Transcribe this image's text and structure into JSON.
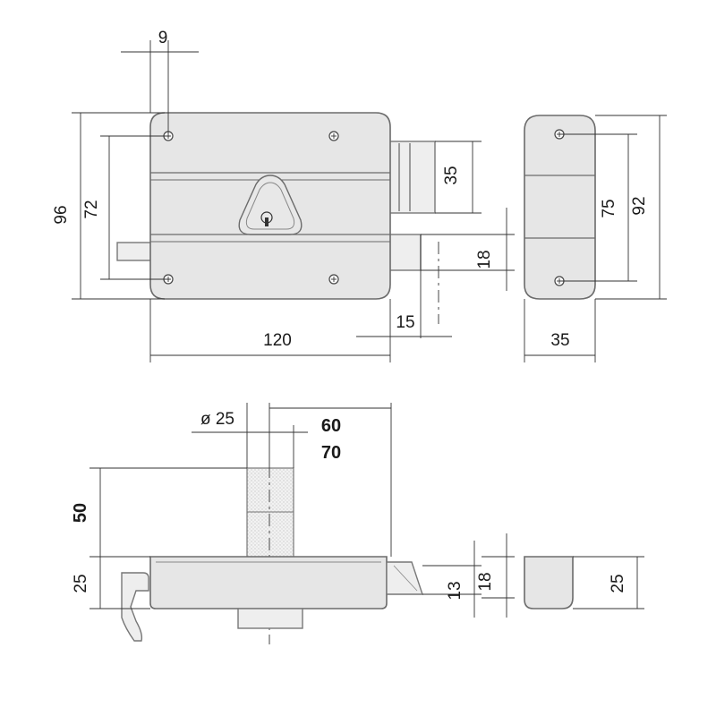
{
  "dimensions": {
    "top_front": {
      "d9": "9",
      "d96": "96",
      "d72": "72",
      "d35": "35",
      "d18": "18",
      "d15": "15",
      "d120": "120"
    },
    "top_side": {
      "d75": "75",
      "d92": "92",
      "d35": "35"
    },
    "bottom_front": {
      "d25_diameter": "ø 25",
      "d60": "60",
      "d70": "70",
      "d50": "50",
      "d25": "25",
      "d13": "13",
      "d18": "18"
    },
    "bottom_side": {
      "d25": "25"
    }
  }
}
